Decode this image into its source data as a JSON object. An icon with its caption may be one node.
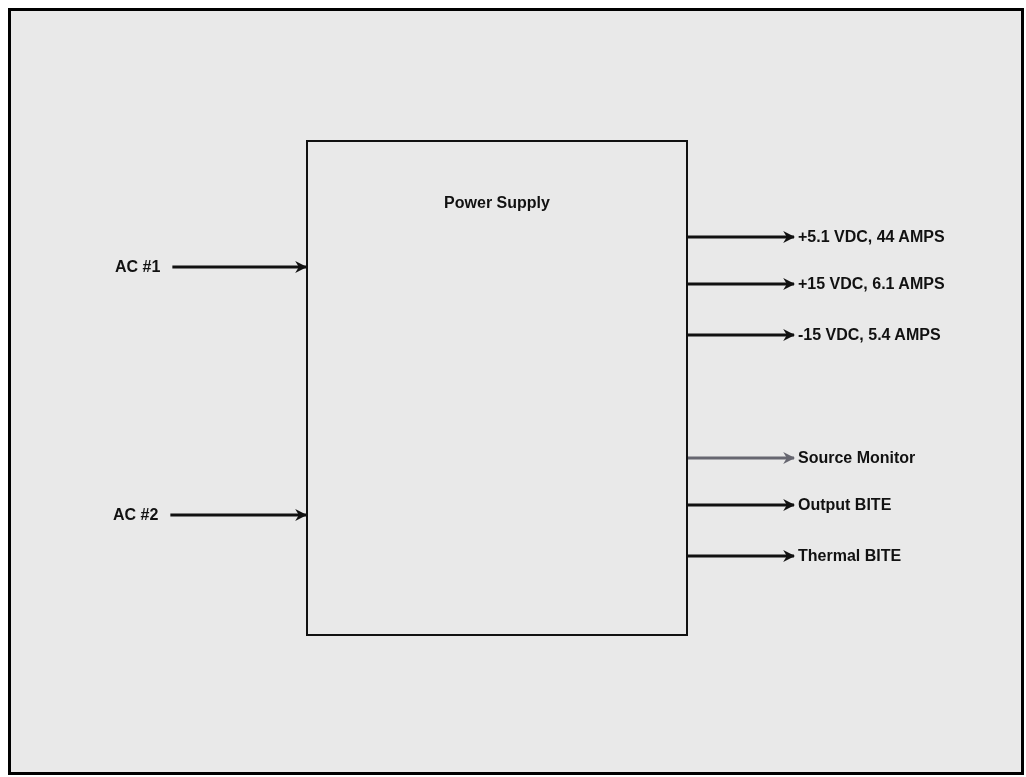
{
  "diagram": {
    "nodes": [
      {
        "text": [
          "Power Supply"
        ]
      },
      {
        "text": [
          "AC #1"
        ]
      },
      {
        "text": [
          "AC #2"
        ]
      },
      {
        "text": [
          "+5.1 VDC, 44 AMPS"
        ]
      },
      {
        "text": [
          "+15 VDC, 6.1 AMPS"
        ]
      },
      {
        "text": [
          "-15 VDC, 5.4 AMPS"
        ]
      },
      {
        "text": [
          "Source Monitor"
        ]
      },
      {
        "text": [
          "Output BITE"
        ]
      },
      {
        "text": [
          "Thermal BITE"
        ]
      }
    ],
    "edges": [
      {
        "from": 1,
        "to": 0,
        "arrow": "to"
      },
      {
        "from": 2,
        "to": 0,
        "arrow": "to"
      },
      {
        "from": 0,
        "to": 3,
        "arrow": "to"
      },
      {
        "from": 0,
        "to": 4,
        "arrow": "to"
      },
      {
        "from": 0,
        "to": 5,
        "arrow": "to"
      },
      {
        "from": 0,
        "to": 6,
        "arrow": "to",
        "color": "#666670"
      },
      {
        "from": 0,
        "to": 7,
        "arrow": "to"
      },
      {
        "from": 0,
        "to": 8,
        "arrow": "to"
      }
    ]
  }
}
